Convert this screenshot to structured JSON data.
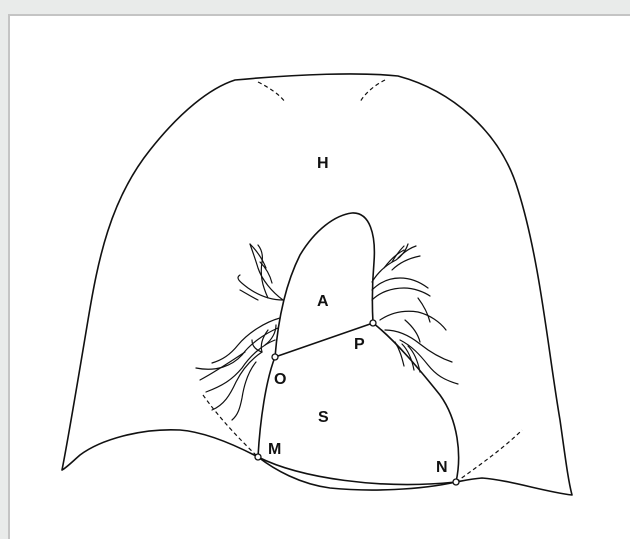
{
  "labels": {
    "H": "H",
    "A": "A",
    "S": "S",
    "O": "O",
    "P": "P",
    "M": "M",
    "N": "N"
  }
}
